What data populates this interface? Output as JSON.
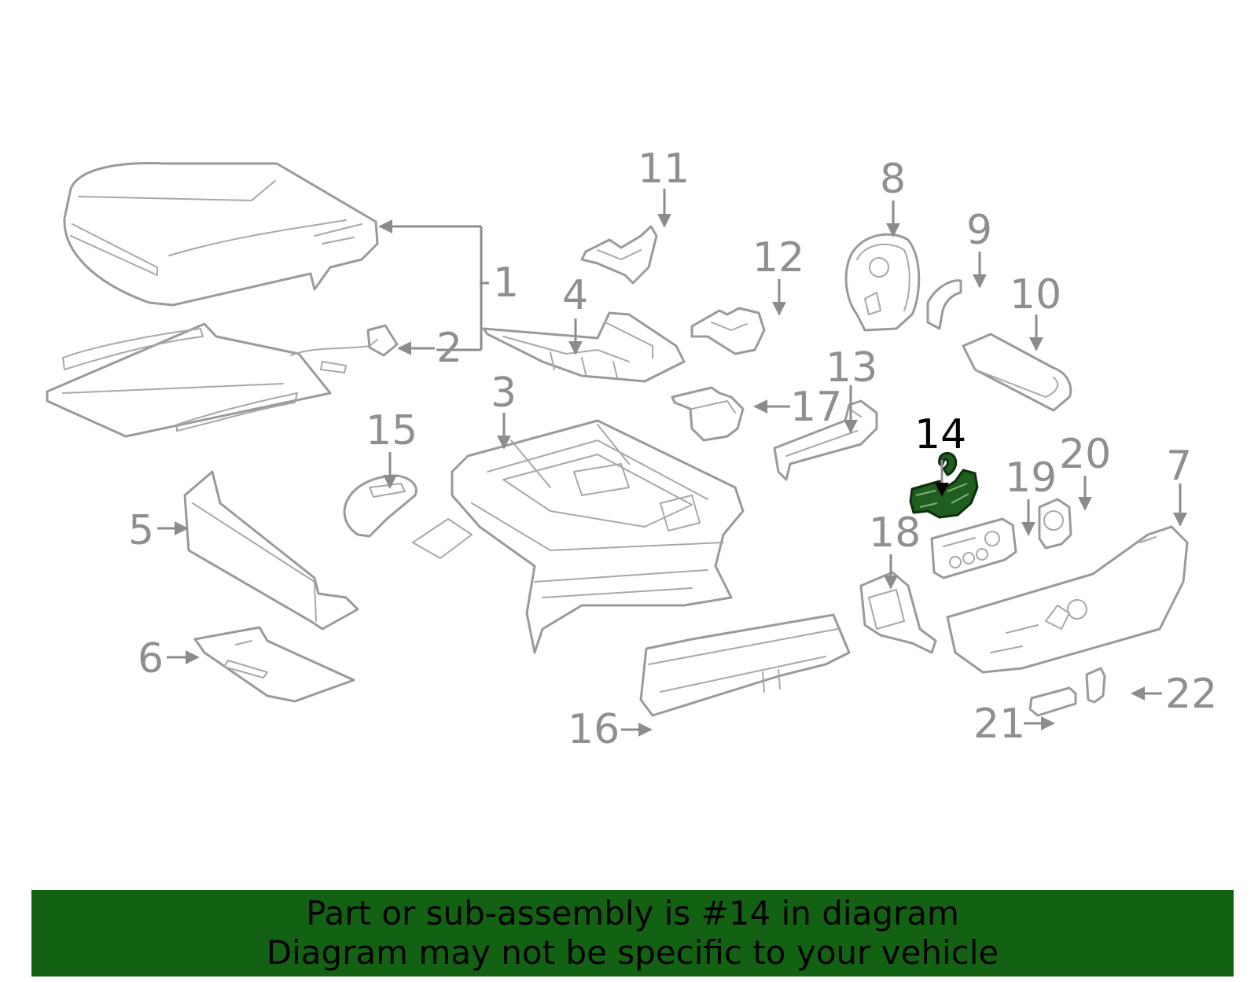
{
  "diagram": {
    "highlighted_part": "14",
    "colors": {
      "highlight": "#1f5e1f",
      "banner": "#136213",
      "callout": "#8f8f8f",
      "callout_highlight": "#000000"
    },
    "callouts": {
      "c1": "1",
      "c2": "2",
      "c3": "3",
      "c4": "4",
      "c5": "5",
      "c6": "6",
      "c7": "7",
      "c8": "8",
      "c9": "9",
      "c10": "10",
      "c11": "11",
      "c12": "12",
      "c13": "13",
      "c14": "14",
      "c15": "15",
      "c16": "16",
      "c17": "17",
      "c18": "18",
      "c19": "19",
      "c20": "20",
      "c21": "21",
      "c22": "22"
    }
  },
  "banner": {
    "line1": "Part or sub-assembly is #14 in diagram",
    "line2": "Diagram may not be specific to your vehicle"
  }
}
